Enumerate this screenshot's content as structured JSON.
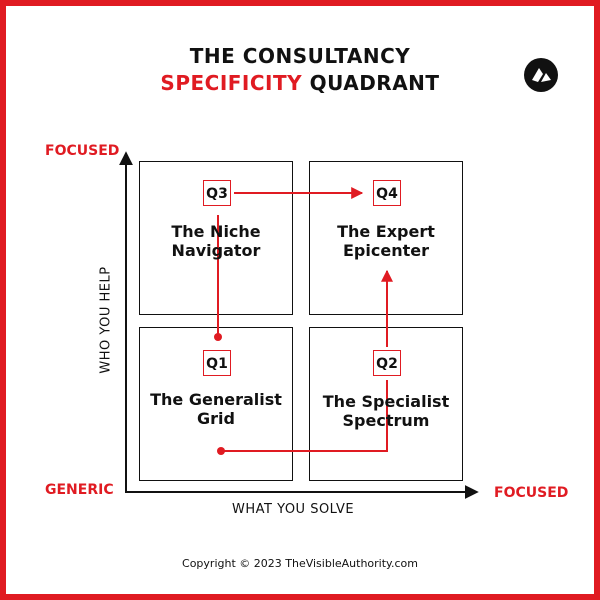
{
  "title": {
    "line1": "THE CONSULTANCY",
    "line2_accent": "SPECIFICITY",
    "line2_rest": " QUADRANT"
  },
  "colors": {
    "accent": "#e01b22",
    "ink": "#111111"
  },
  "y_axis": {
    "label": "WHO YOU HELP",
    "top": "FOCUSED",
    "bottom": "GENERIC"
  },
  "x_axis": {
    "label": "WHAT YOU SOLVE",
    "right": "FOCUSED"
  },
  "quadrants": {
    "q3": {
      "tag": "Q3",
      "name": "The Niche\nNavigator"
    },
    "q4": {
      "tag": "Q4",
      "name": "The Expert\nEpicenter"
    },
    "q1": {
      "tag": "Q1",
      "name": "The Generalist\nGrid"
    },
    "q2": {
      "tag": "Q2",
      "name": "The Specialist\nSpectrum"
    }
  },
  "logo": {
    "icon": "visible-authority-logo-icon"
  },
  "footer": "Copyright © 2023 TheVisibleAuthority.com"
}
